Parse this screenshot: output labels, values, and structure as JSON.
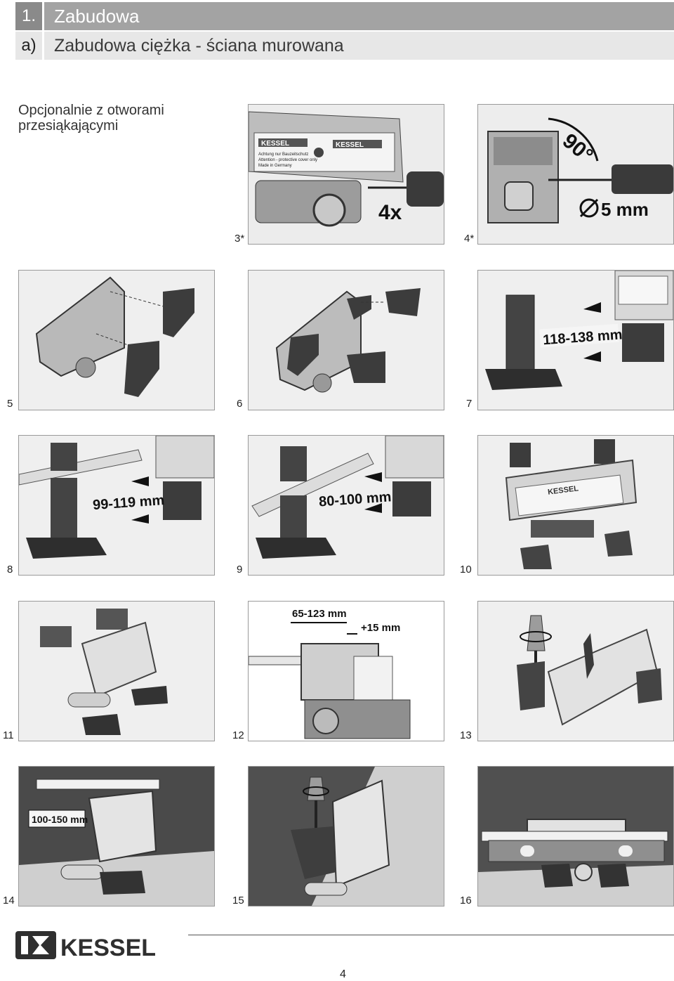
{
  "header": {
    "section_number": "1.",
    "section_title": "Zabudowa",
    "sub_label": "a)",
    "sub_title": "Zabudowa ciężka - ściana murowana"
  },
  "optional_note": "Opcjonalnie z otworami przesiąkającymi",
  "panels": [
    {
      "number": "3*",
      "texts": [
        "4x",
        "KESSEL",
        "Achtung nur Bauzeitschutz",
        "Attention - protective cover only",
        "Made in Germany"
      ]
    },
    {
      "number": "4*",
      "texts": [
        "90°",
        "5 mm"
      ]
    },
    {
      "number": "5",
      "texts": []
    },
    {
      "number": "6",
      "texts": []
    },
    {
      "number": "7",
      "texts": [
        "118-138 mm"
      ]
    },
    {
      "number": "8",
      "texts": [
        "99-119 mm"
      ]
    },
    {
      "number": "9",
      "texts": [
        "80-100 mm"
      ]
    },
    {
      "number": "10",
      "texts": [
        "KESSEL"
      ]
    },
    {
      "number": "11",
      "texts": []
    },
    {
      "number": "12",
      "texts": [
        "65-123 mm",
        "+15 mm"
      ]
    },
    {
      "number": "13",
      "texts": []
    },
    {
      "number": "14",
      "texts": [
        "100-150 mm"
      ]
    },
    {
      "number": "15",
      "texts": []
    },
    {
      "number": "16",
      "texts": []
    }
  ],
  "footer": {
    "logo_text": "KESSEL",
    "page_number": "4"
  },
  "colors": {
    "header_dark": "#8a8a8a",
    "header_light": "#e7e7e7",
    "panel_border": "#9a9a9a"
  }
}
